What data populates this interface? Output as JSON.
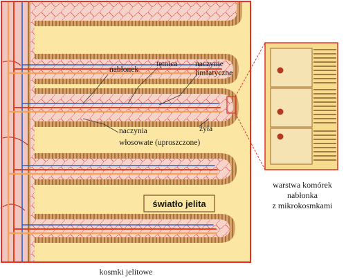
{
  "labels": {
    "epithelium": "nabłonek",
    "artery": "tętnica",
    "lymph_line1": "naczynie",
    "lymph_line2": "limfatyczne",
    "vein": "żyła",
    "capillaries_line1": "naczynia",
    "capillaries_line2": "włosowate (uproszczone)",
    "lumen": "światło jelita"
  },
  "inset_caption": {
    "line1": "warstwa komórek",
    "line2": "nabłonka",
    "line3": "z mikrokosmkami"
  },
  "main_caption": "kosmki jelitowe",
  "colors": {
    "frame": "#e53027",
    "background": "#fbe7a3",
    "villus_border": "#b07a43",
    "villus_core": "#f6d2c6",
    "artery": "#e8401f",
    "vein": "#2b63c4",
    "lymph": "#f5a35a",
    "submucosa": "#f1c6c0",
    "leader_line": "#333333",
    "inset_bg": "#f5dc8e",
    "nucleus": "#b23a20"
  }
}
